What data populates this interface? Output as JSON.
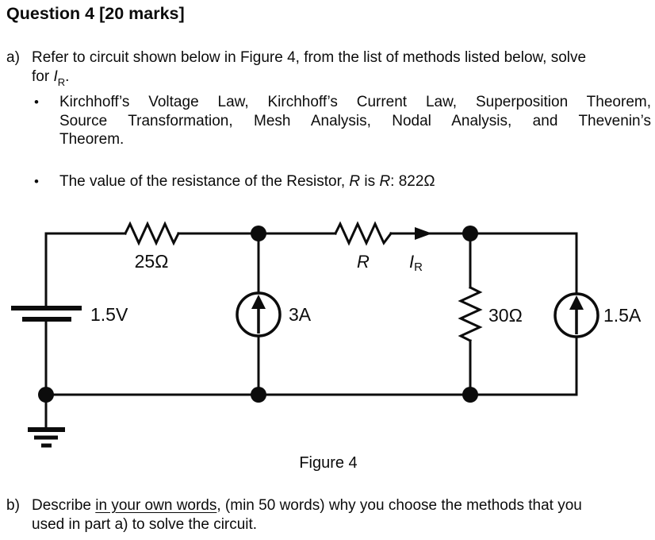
{
  "title": "Question 4 [20 marks]",
  "bullet_glyph": "•",
  "question_a": {
    "label": "a)",
    "line1": "Refer to circuit shown below in Figure 4, from the list of methods listed below, solve",
    "line2_before": "for ",
    "current_symbol": "I",
    "current_sub": "R",
    "line2_after": ".",
    "methods_lines": [
      "Kirchhoff’s Voltage Law, Kirchhoff’s Current Law, Superposition Theorem,",
      "Source Transformation, Mesh Analysis, Nodal Analysis, and Thevenin’s",
      "Theorem."
    ],
    "resistance": {
      "before": "The value of the resistance of the Resistor, ",
      "sym1": "R",
      "mid": " is ",
      "sym2": "R",
      "after": ": 822Ω"
    }
  },
  "circuit": {
    "labels": {
      "resistor_left": "25Ω",
      "voltage_source": "1.5V",
      "current_source_middle": "3A",
      "resistor_unknown": "R",
      "current_symbol": "I",
      "current_subscript": "R",
      "resistor_right": "30Ω",
      "current_source_right": "1.5A"
    },
    "caption": "Figure 4"
  },
  "question_b": {
    "label": "b)",
    "line1_before": "Describe ",
    "line1_underlined": "in your own words",
    "line1_after": ", (min 50 words) why you choose the methods that you",
    "line2": "used in part a) to solve the circuit."
  }
}
